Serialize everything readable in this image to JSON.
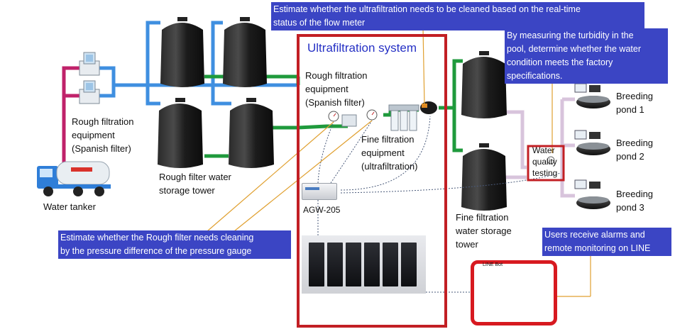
{
  "system_title": "Ultrafiltration system",
  "labels": {
    "rough_filtration_left": [
      "Rough filtration",
      "equipment",
      "(Spanish filter)"
    ],
    "rough_storage": [
      "Rough filter water",
      "storage tower"
    ],
    "water_tanker": "Water tanker",
    "rough_filtration_inner": [
      "Rough filtration",
      "equipment",
      "(Spanish filter)"
    ],
    "fine_filtration": [
      "Fine filtration",
      "equipment",
      "(ultrafiltration)"
    ],
    "gateway": "AGW-205",
    "fine_storage": [
      "Fine filtration",
      "water storage",
      "tower"
    ],
    "water_quality": [
      "Water",
      "quality",
      "testing"
    ],
    "pond_1": [
      "Breeding",
      "pond 1"
    ],
    "pond_2": [
      "Breeding",
      "pond 2"
    ],
    "pond_3": [
      "Breeding",
      "pond 3"
    ],
    "line_bot": "LINE  Bot"
  },
  "callouts": {
    "ultrafiltration_cleaning": [
      "Estimate whether the ultrafiltration needs to be cleaned based on the real-time",
      "status of the flow meter"
    ],
    "turbidity": [
      "By measuring the turbidity in the",
      "pool, determine whether the water",
      "condition meets the factory",
      "specifications."
    ],
    "rough_filter_cleaning": [
      "Estimate whether the Rough filter needs cleaning",
      "by the pressure difference of the pressure gauge"
    ],
    "alarms": [
      "Users receive alarms and",
      "remote monitoring on LINE"
    ]
  },
  "colors": {
    "frame_red": "#c21f24",
    "callout_blue": "#3b45c4",
    "pipe_blue": "#3f8fe0",
    "pipe_green": "#1f9a3c",
    "pipe_magenta": "#c0226a",
    "pipe_lilac": "#cfb6d4",
    "leader_orange": "#e0a030",
    "title_blue": "#2631c5"
  }
}
